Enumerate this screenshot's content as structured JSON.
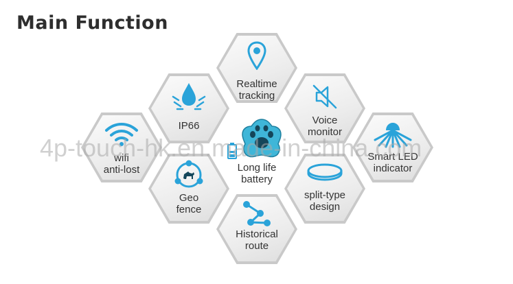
{
  "title": "Main Function",
  "watermark": "4p-touch-hk.en.made-in-china.com",
  "accent_color": "#2aa3d9",
  "features": [
    {
      "id": "realtime-tracking",
      "icon": "location-pin-icon",
      "line1": "Realtime",
      "line2": "tracking"
    },
    {
      "id": "ip66",
      "icon": "water-drop-icon",
      "line1": "IP66",
      "line2": ""
    },
    {
      "id": "voice-monitor",
      "icon": "speaker-mute-icon",
      "line1": "Voice",
      "line2": "monitor"
    },
    {
      "id": "wifi-anti-lost",
      "icon": "wifi-icon",
      "line1": "wifi",
      "line2": "anti-lost"
    },
    {
      "id": "long-life-battery",
      "icon": "paw-tracker-icon",
      "line1": "Long life",
      "line2": "battery"
    },
    {
      "id": "smart-led",
      "icon": "led-light-icon",
      "line1": "Smart LED",
      "line2": "indicator"
    },
    {
      "id": "geo-fence",
      "icon": "geo-fence-icon",
      "line1": "Geo",
      "line2": "fence"
    },
    {
      "id": "split-type",
      "icon": "ring-icon",
      "line1": "split-type",
      "line2": "design"
    },
    {
      "id": "historical-route",
      "icon": "route-icon",
      "line1": "Historical",
      "line2": "route"
    }
  ]
}
